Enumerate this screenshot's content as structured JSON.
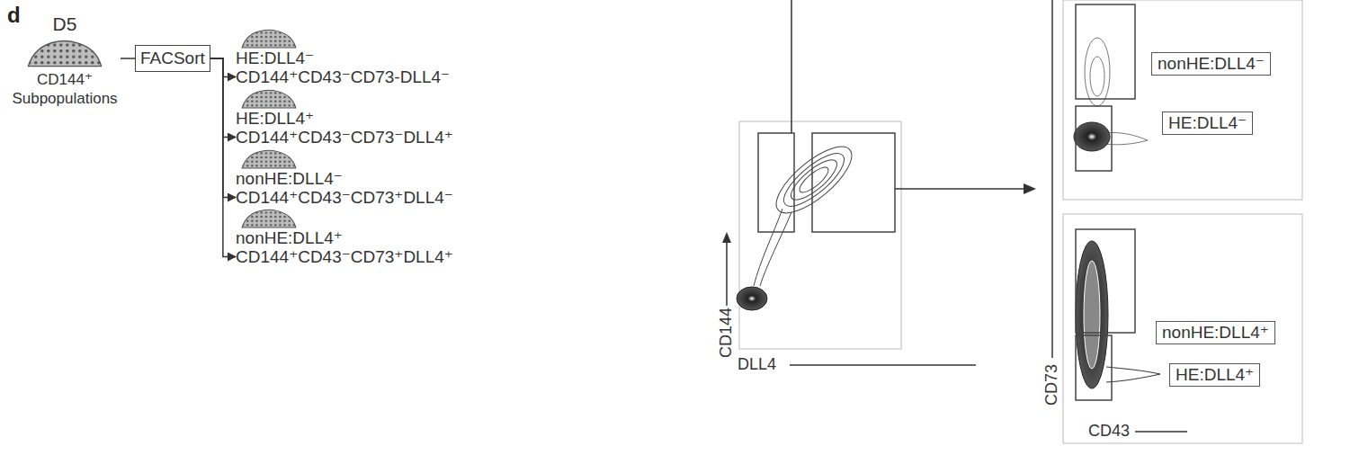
{
  "diagram": {
    "nodes": [
      {
        "text": [
          "D5",
          "CD144⁺ Subpopulations"
        ]
      },
      {
        "text": [
          "FACSort"
        ]
      },
      {
        "text": [
          "HE:DLL4⁻",
          "CD144⁺CD43⁻CD73-DLL4⁻"
        ]
      },
      {
        "text": [
          "HE:DLL4⁺",
          "CD144⁺CD43⁻CD73⁻DLL4⁺"
        ]
      },
      {
        "text": [
          "nonHE:DLL4⁻",
          "CD144⁺CD43⁻CD73⁺DLL4⁻"
        ]
      },
      {
        "text": [
          "nonHE:DLL4⁺",
          "CD144⁺CD43⁻CD73⁺DLL4⁺"
        ]
      },
      {
        "text": [
          "nonHE:DLL4⁻"
        ]
      },
      {
        "text": [
          "HE:DLL4⁻"
        ]
      },
      {
        "text": [
          "nonHE:DLL4⁺"
        ]
      },
      {
        "text": [
          "HE:DLL4⁺"
        ]
      }
    ],
    "edges": [
      {
        "from": 0,
        "to": 1,
        "arrow": "none"
      },
      {
        "from": 1,
        "to": 2,
        "arrow": "to"
      },
      {
        "from": 1,
        "to": 3,
        "arrow": "to"
      },
      {
        "from": 1,
        "to": 4,
        "arrow": "to"
      },
      {
        "from": 1,
        "to": 5,
        "arrow": "to"
      }
    ],
    "labels": [
      "d",
      "CD144",
      "DLL4",
      "CD73",
      "CD43"
    ]
  }
}
